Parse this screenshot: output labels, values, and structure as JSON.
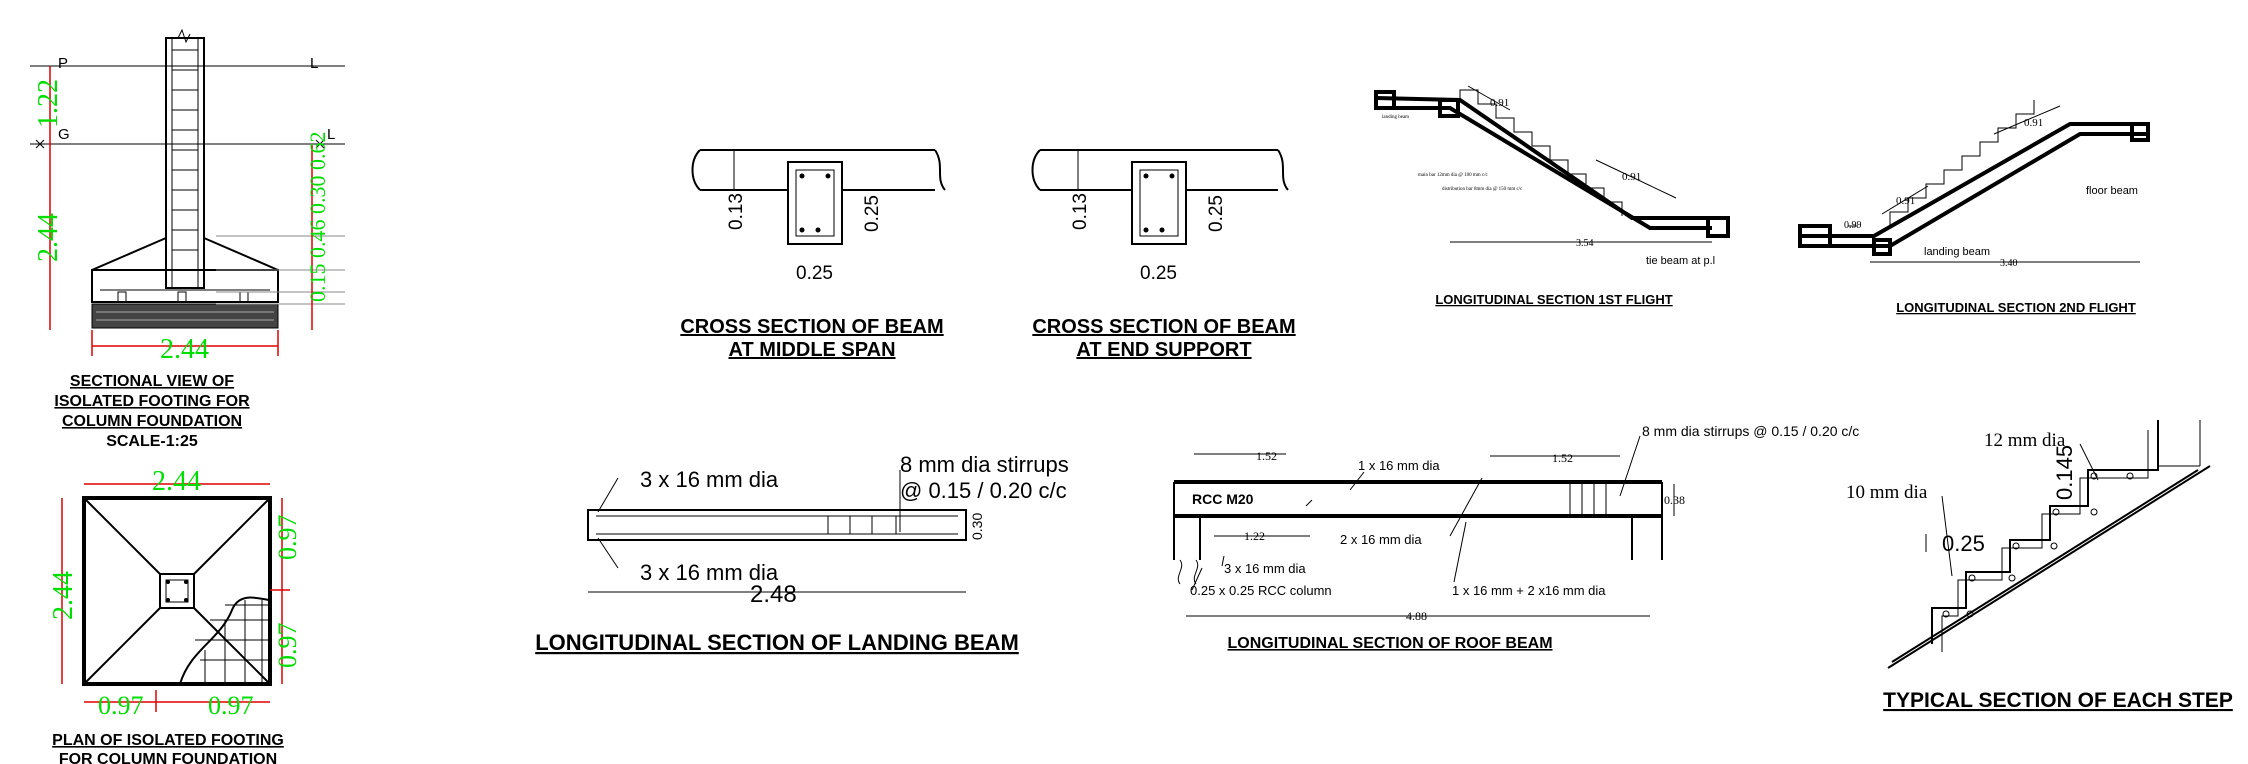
{
  "footing_section": {
    "label_p": "P",
    "label_l_top": "L",
    "label_g": "G",
    "label_l_mid": "L",
    "dim_top": "1.22",
    "dim_height": "2.44",
    "dim_width": "2.44",
    "overlap_dims": "0.15 0.46 0.30 0.62",
    "title_1": "SECTIONAL VIEW OF",
    "title_2": "ISOLATED FOOTING FOR",
    "title_3": "COLUMN FOUNDATION",
    "scale": "SCALE-1:25"
  },
  "footing_plan": {
    "dim_top": "2.44",
    "dim_left": "2.44",
    "dim_right_1": "0.97",
    "dim_right_2": "0.97",
    "dim_bottom_1": "0.97",
    "dim_bottom_2": "0.97",
    "title_1": "PLAN OF ISOLATED FOOTING",
    "title_2": "FOR COLUMN FOUNDATION"
  },
  "beam_mid": {
    "dim_slab": "0.13",
    "dim_depth": "0.25",
    "dim_width": "0.25",
    "title_1": "CROSS SECTION OF BEAM",
    "title_2": "AT MIDDLE SPAN"
  },
  "beam_end": {
    "dim_slab": "0.13",
    "dim_depth": "0.25",
    "dim_width": "0.25",
    "title_1": "CROSS SECTION OF BEAM",
    "title_2": "AT END SUPPORT"
  },
  "stair_1": {
    "landing_note": "landing beam",
    "main_bar_note": "main bar 12mm dia @ 100 mm c/c",
    "dist_bar_note": "distribution bar 8mm dia @ 150 mm c/c",
    "dim_upper": "0.91",
    "dim_lower": "0.91",
    "dim_length": "3.54",
    "tie_beam": "tie beam at p.l",
    "title": "LONGITUDINAL SECTION 1ST FLIGHT"
  },
  "stair_2": {
    "dim_upper": "0.91",
    "dim_lower": "0.91",
    "dim_landing": "0.99",
    "floor_beam": "floor beam",
    "landing_beam": "landing beam",
    "dim_length": "3.40",
    "title": "LONGITUDINAL SECTION 2ND FLIGHT"
  },
  "landing_beam": {
    "top_bars": "3 x 16 mm dia",
    "bottom_bars": "3 x 16 mm dia",
    "stirrups_1": "8 mm dia stirrups",
    "stirrups_2": "@ 0.15 / 0.20 c/c",
    "dim_depth": "0.30",
    "dim_length": "2.48",
    "title": "LONGITUDINAL SECTION OF LANDING BEAM"
  },
  "roof_beam": {
    "stirrups": "8 mm dia stirrups @ 0.15 / 0.20 c/c",
    "dim_left": "1.52",
    "dim_right": "1.52",
    "top_bar": "1 x 16 mm dia",
    "concrete": "RCC  M20",
    "dim_depth": "0.38",
    "dim_bottom": "1.22",
    "bottom_bar": "2 x 16 mm dia",
    "left_bars": "3 x 16 mm dia",
    "column": "0.25 x 0.25 RCC column",
    "bottom_mix": "1 x 16 mm +  2 x16 mm dia",
    "dim_length": "4.88",
    "title": "LONGITUDINAL SECTION OF ROOF BEAM"
  },
  "step": {
    "bar_12": "12 mm dia",
    "bar_10": "10 mm dia",
    "dim_rise": "0.145",
    "dim_tread": "0.25",
    "title": "TYPICAL SECTION OF EACH STEP"
  }
}
